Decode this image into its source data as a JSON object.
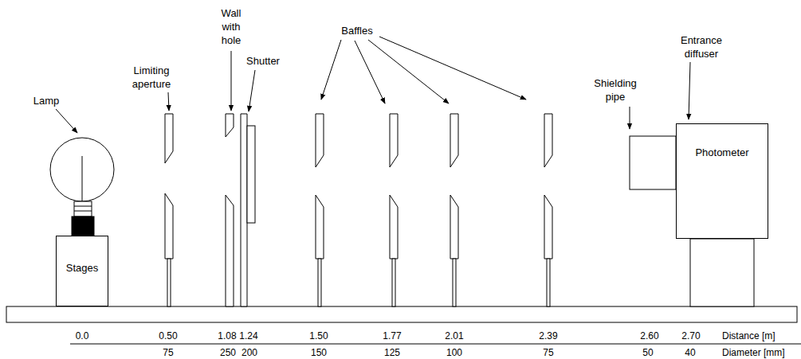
{
  "diagram": {
    "nodes": [
      {
        "text": [
          "Stages"
        ]
      },
      {
        "text": [
          "Photometer"
        ]
      }
    ],
    "labels": [
      "Lamp",
      "Limiting aperture",
      "Wall with hole",
      "Shutter",
      "Baffles",
      "Shielding pipe",
      "Entrance diffuser",
      "0.0",
      "0.50",
      "1.08",
      "1.24",
      "1.50",
      "1.77",
      "2.01",
      "2.39",
      "2.60",
      "2.70",
      "Distance [m]",
      "75",
      "250",
      "200",
      "150",
      "125",
      "100",
      "75",
      "50",
      "40",
      "Diameter [mm]"
    ]
  }
}
